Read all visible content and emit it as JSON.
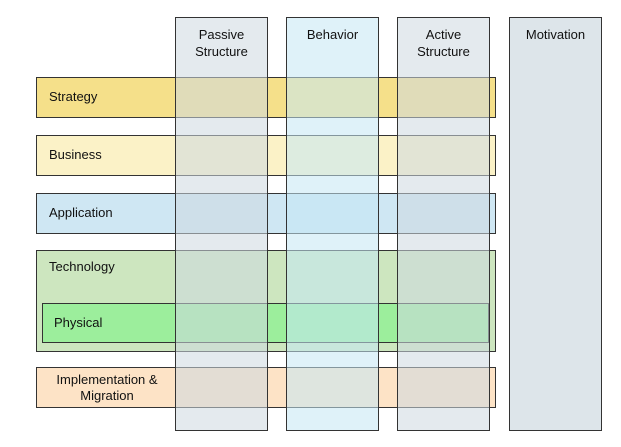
{
  "layers": {
    "strategy": "Strategy",
    "business": "Business",
    "application": "Application",
    "technology": "Technology",
    "physical": "Physical",
    "implementation": "Implementation &\nMigration"
  },
  "aspects": {
    "passive": "Passive\nStructure",
    "behavior": "Behavior",
    "active": "Active\nStructure",
    "motivation": "Motivation"
  },
  "colors": {
    "strategy": "#f5e08a",
    "business": "#fbf2c7",
    "application": "#cfe7f3",
    "technology": "#cde6bf",
    "physical": "#9cee9c",
    "implementation": "#fde3c6",
    "column": "#dde5ea",
    "behavior_column": "#d4ecf4"
  }
}
